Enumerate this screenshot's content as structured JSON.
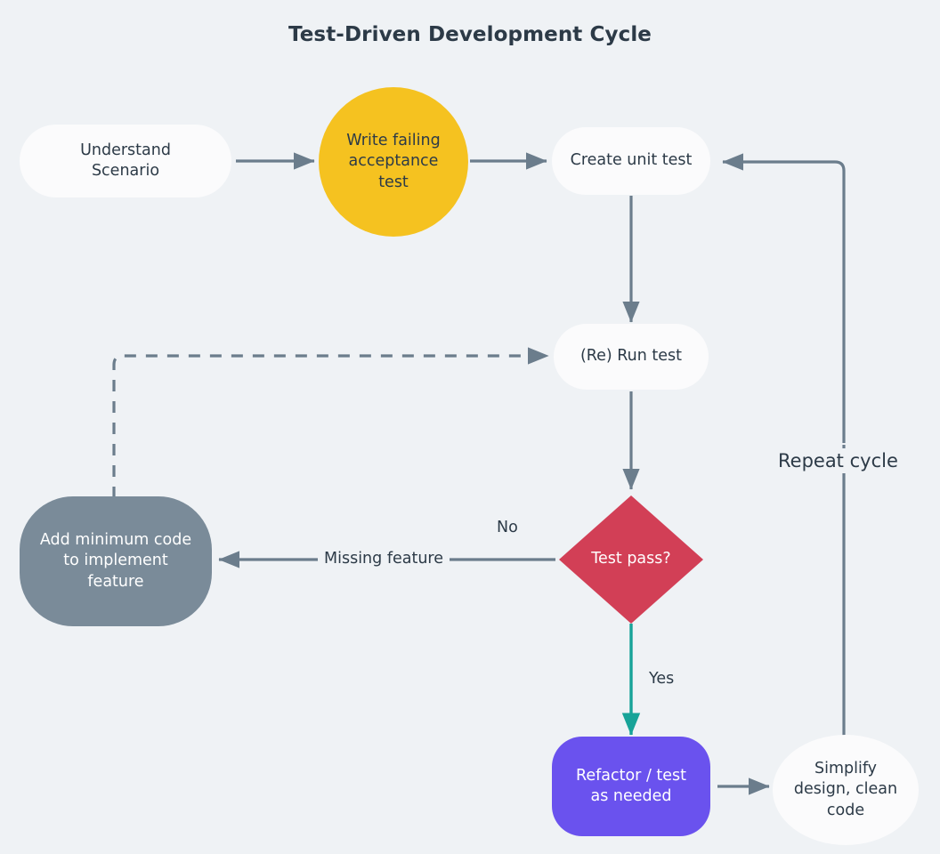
{
  "title": "Test-Driven Development Cycle",
  "theme": {
    "background": "#eff2f5",
    "text": "#2c3a47",
    "edge": "#6b7d8c",
    "node_white": "#fbfbfc",
    "node_yellow": "#f5c220",
    "node_red": "#d23f56",
    "node_gray": "#7a8b99",
    "node_purple": "#6a52ee",
    "edge_yes_teal": "#17a398"
  },
  "nodes": {
    "understand_scenario": {
      "label": "Understand\nScenario",
      "shape": "pill",
      "fill": "#fbfbfc"
    },
    "write_failing_acceptance_test": {
      "label": "Write failing\nacceptance\ntest",
      "shape": "circle",
      "fill": "#f5c220"
    },
    "create_unit_test": {
      "label": "Create unit test",
      "shape": "pill",
      "fill": "#fbfbfc"
    },
    "rerun_test": {
      "label": "(Re) Run test",
      "shape": "pill",
      "fill": "#fbfbfc"
    },
    "test_pass": {
      "label": "Test pass?",
      "shape": "diamond",
      "fill": "#d23f56"
    },
    "add_minimum_code": {
      "label": "Add minimum code\nto implement\nfeature",
      "shape": "roundrect",
      "fill": "#7a8b99"
    },
    "refactor_test": {
      "label": "Refactor / test\nas needed",
      "shape": "roundrect",
      "fill": "#6a52ee"
    },
    "simplify_design": {
      "label": "Simplify\ndesign, clean\ncode",
      "shape": "ellipse",
      "fill": "#fbfbfc"
    }
  },
  "node_lines": {
    "understand_scenario": [
      "Understand",
      "Scenario"
    ],
    "write_failing_acceptance_test": [
      "Write failing",
      "acceptance",
      "test"
    ],
    "create_unit_test": [
      "Create unit test"
    ],
    "rerun_test": [
      "(Re) Run test"
    ],
    "test_pass": [
      "Test pass?"
    ],
    "add_minimum_code": [
      "Add minimum code",
      "to implement",
      "feature"
    ],
    "refactor_test": [
      "Refactor / test",
      "as needed"
    ],
    "simplify_design": [
      "Simplify",
      "design, clean",
      "code"
    ]
  },
  "edge_labels": {
    "no": "No",
    "missing_feature": "Missing feature",
    "yes": "Yes",
    "repeat_cycle": "Repeat cycle"
  }
}
